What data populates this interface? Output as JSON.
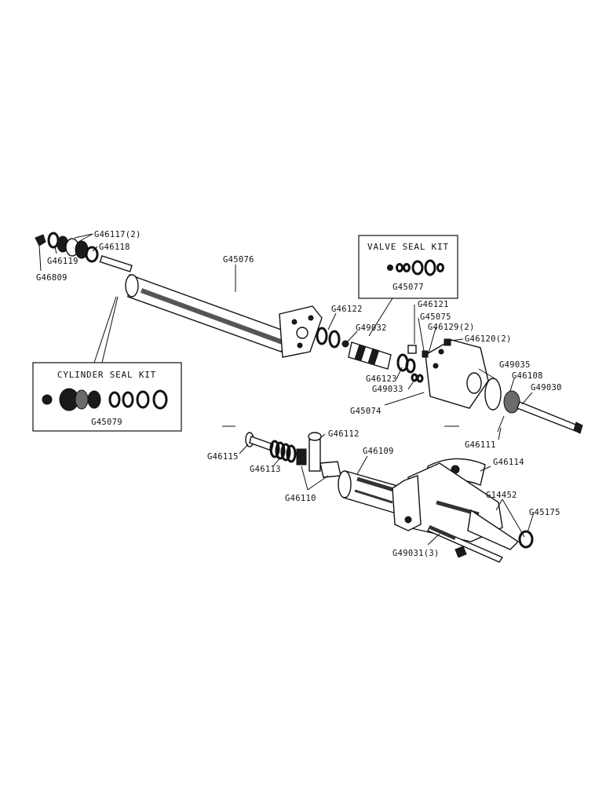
{
  "labels": {
    "g46117": "G46117(2)",
    "g46118": "G46118",
    "g46119": "G46119",
    "g46809": "G46809",
    "g45076": "G45076",
    "g46122": "G46122",
    "g49032": "G49032",
    "g46121": "G46121",
    "g45075": "G45075",
    "g46129": "G46129(2)",
    "g46120": "G46120(2)",
    "g46123": "G46123",
    "g49033": "G49033",
    "g45074": "G45074",
    "g49035": "G49035",
    "g46108": "G46108",
    "g49030": "G49030",
    "g46111": "G46111",
    "g46112": "G46112",
    "g46115": "G46115",
    "g46113": "G46113",
    "g46110": "G46110",
    "g46109": "G46109",
    "g46114": "G46114",
    "g14452": "G14452",
    "g45175": "G45175",
    "g49031": "G49031(3)"
  },
  "valve_seal_kit": {
    "title": "VALVE SEAL KIT",
    "part_number": "G45077"
  },
  "cylinder_seal_kit": {
    "title": "CYLINDER SEAL KIT",
    "part_number": "G45079"
  }
}
